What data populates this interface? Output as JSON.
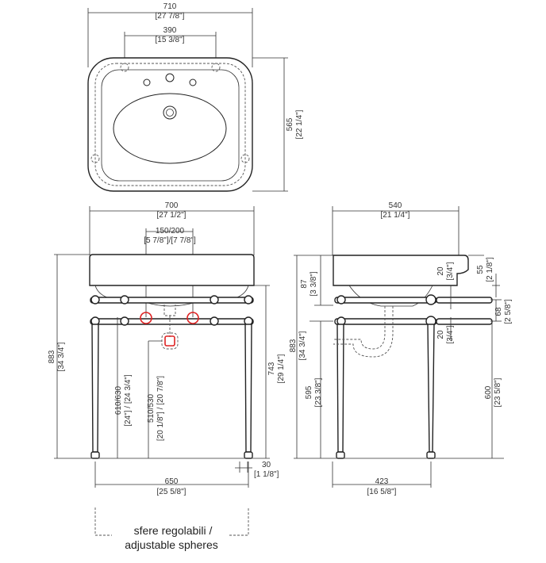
{
  "top_view": {
    "width": "710",
    "width_in": "[27 7/8\"]",
    "tap_spacing": "390",
    "tap_spacing_in": "[15 3/8\"]",
    "depth": "565",
    "depth_in": "[22 1/4\"]"
  },
  "front_view": {
    "width": "700",
    "width_in": "[27 1/2\"]",
    "drain_offset": "150/200",
    "drain_offset_in": "[5 7/8\"]/[7 7/8\"]",
    "total_height": "883",
    "total_height_in": "[34 3/4\"]",
    "shelf_height": "610/630",
    "shelf_height_in": "[24\"] / [24 3/4\"]",
    "trap_height": "510/530",
    "trap_height_in": "[20 1/8\"] / [20 7/8\"]",
    "rail_height": "743",
    "rail_height_in": "[29 1/4\"]",
    "foot": "30",
    "foot_in": "[1 1/8\"]",
    "leg_spacing": "650",
    "leg_spacing_in": "[25 5/8\"]"
  },
  "side_view": {
    "depth": "540",
    "depth_in": "[21 1/4\"]",
    "bowl_depth": "87",
    "bowl_depth_in": "[3 3/8\"]",
    "total_height": "883",
    "total_height_in": "[34 3/4\"]",
    "top_rail_dia": "20",
    "top_rail_dia_in": "[3/4\"]",
    "top_rail_drop": "55",
    "top_rail_drop_in": "[2 1/8\"]",
    "rail_gap": "68",
    "rail_gap_in": "[2 5/8\"]",
    "low_rail_dia": "20",
    "low_rail_dia_in": "[3/4\"]",
    "shelf_height": "595",
    "shelf_height_in": "[23 3/8\"]",
    "floor_rail": "600",
    "floor_rail_in": "[23 5/8\"]",
    "leg_depth": "423",
    "leg_depth_in": "[16 5/8\"]"
  },
  "note": {
    "line1": "sfere regolabili /",
    "line2": "adjustable spheres"
  }
}
